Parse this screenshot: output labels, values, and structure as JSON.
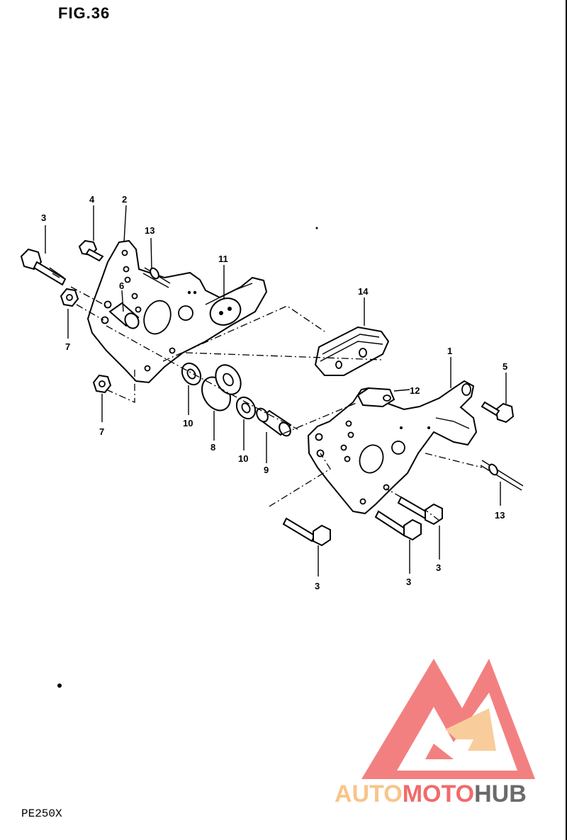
{
  "figure": {
    "title": "FIG.36",
    "model": "PE250X"
  },
  "watermark": {
    "part1": "AUTO",
    "part2": "MOTO",
    "part3": "HUB",
    "color_main": "#f26a6a",
    "color_light": "#f7c58a",
    "color_dark": "#6a6a6a"
  },
  "callouts": {
    "c1": "1",
    "c2": "2",
    "c3a": "3",
    "c3b": "3",
    "c3c": "3",
    "c3d": "3",
    "c4": "4",
    "c5": "5",
    "c6": "6",
    "c7a": "7",
    "c7b": "7",
    "c8": "8",
    "c9": "9",
    "c10a": "10",
    "c10b": "10",
    "c11": "11",
    "c12": "12",
    "c13a": "13",
    "c13b": "13",
    "c14": "14"
  }
}
